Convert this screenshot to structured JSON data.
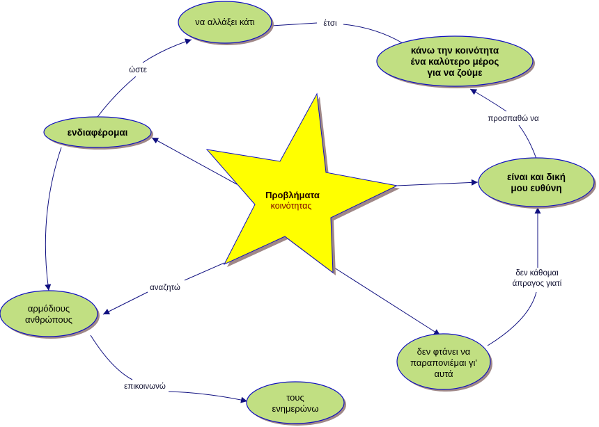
{
  "center": {
    "line1": "Προβλήματα",
    "line2": "κοινότητας",
    "fill": "#ffff00"
  },
  "nodes": {
    "change": {
      "lines": [
        "να αλλάξει κάτι"
      ]
    },
    "better": {
      "lines": [
        "κάνω την κοινότητα",
        "ένα καλύτερο μέρος",
        "για να ζούμε"
      ]
    },
    "care": {
      "lines": [
        "ενδιαφέρομαι"
      ]
    },
    "responsibility": {
      "lines": [
        "είναι και δική",
        "μου ευθύνη"
      ]
    },
    "authorities": {
      "lines": [
        "αρμόδιους",
        "ανθρώπους"
      ]
    },
    "complain": {
      "lines": [
        "δεν φτάνει να",
        "παραπονιέμαι γι'",
        "αυτά"
      ]
    },
    "inform": {
      "lines": [
        "τους",
        "ενημερώνω"
      ]
    }
  },
  "links": {
    "so_that": "ώστε",
    "thus": "έτσι",
    "try_to": "προσπαθώ να",
    "not_idle_1": "δεν κάθομαι",
    "not_idle_2": "άπραγος γιατί",
    "seek": "αναζητώ",
    "communicate": "επικοινωνώ"
  },
  "colors": {
    "node": "#c1df82",
    "edge": "#101080",
    "star": "#ffff00"
  }
}
